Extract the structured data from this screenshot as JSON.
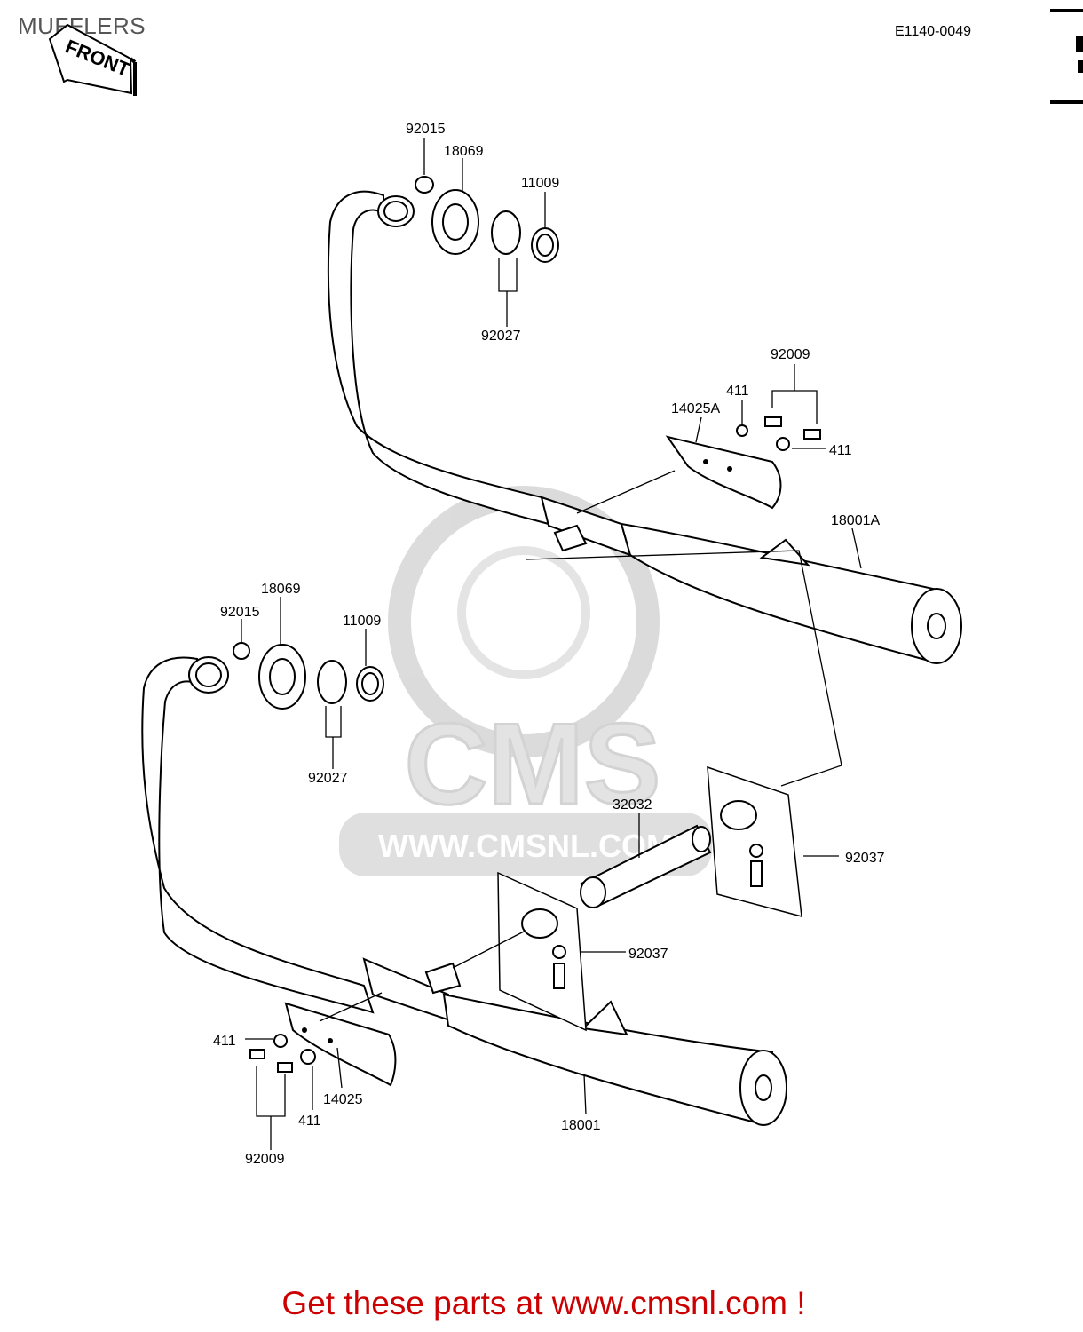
{
  "header": {
    "title": "MUFFLERS",
    "diagram_code": "E1140-0049",
    "front_arrow": "FRONT"
  },
  "watermark": {
    "brand": "CMS",
    "url": "WWW.CMSNL.COM"
  },
  "callouts": {
    "upper_92015": "92015",
    "upper_18069": "18069",
    "upper_11009": "11009",
    "upper_92027": "92027",
    "upper_92009": "92009",
    "upper_411_a": "411",
    "upper_411_b": "411",
    "upper_14025A": "14025A",
    "upper_18001A": "18001A",
    "lower_18069": "18069",
    "lower_92015": "92015",
    "lower_11009": "11009",
    "lower_92027": "92027",
    "lower_32032": "32032",
    "lower_92037_a": "92037",
    "lower_92037_b": "92037",
    "lower_411_a": "411",
    "lower_411_b": "411",
    "lower_14025": "14025",
    "lower_92009": "92009",
    "lower_18001": "18001"
  },
  "footer": {
    "cta": "Get these parts at www.cmsnl.com !"
  },
  "colors": {
    "cta": "#cc0000",
    "watermark": "#d8d8d8",
    "title": "#555555"
  }
}
